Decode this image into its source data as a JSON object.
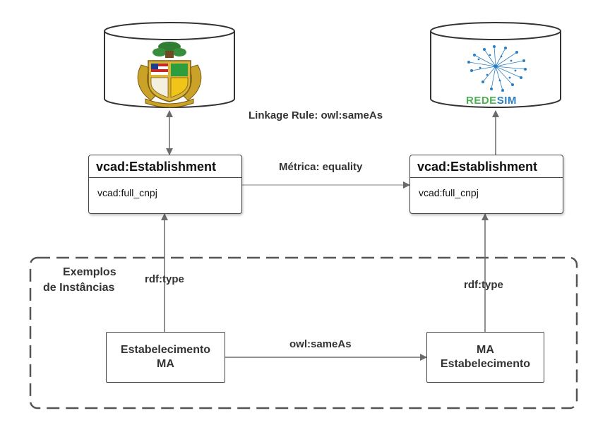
{
  "diagram": {
    "linkage_rule_label": "Linkage Rule: owl:sameAs",
    "metric_label": "Métrica: equality",
    "instances_group": {
      "title_line1": "Exemplos",
      "title_line2": "de Instâncias"
    },
    "left_class": {
      "title": "vcad:Establishment",
      "attribute": "vcad:full_cnpj"
    },
    "right_class": {
      "title": "vcad:Establishment",
      "attribute": "vcad:full_cnpj"
    },
    "left_rdf_type_label": "rdf:type",
    "right_rdf_type_label": "rdf:type",
    "left_instance": {
      "line1": "Estabelecimento",
      "line2": "MA"
    },
    "right_instance": {
      "line1": "MA",
      "line2": "Estabelecimento"
    },
    "instance_link_label": "owl:sameAs",
    "left_database": {
      "logo": "maranhao-coat-of-arms-icon"
    },
    "right_database": {
      "logo": "redesim-logo-icon",
      "logo_text": "REDESIM"
    },
    "colors": {
      "line": "#6b6b6b",
      "box_border": "#444444",
      "redesim_blue": "#2a7fc4",
      "redesim_green": "#4caf50"
    }
  }
}
